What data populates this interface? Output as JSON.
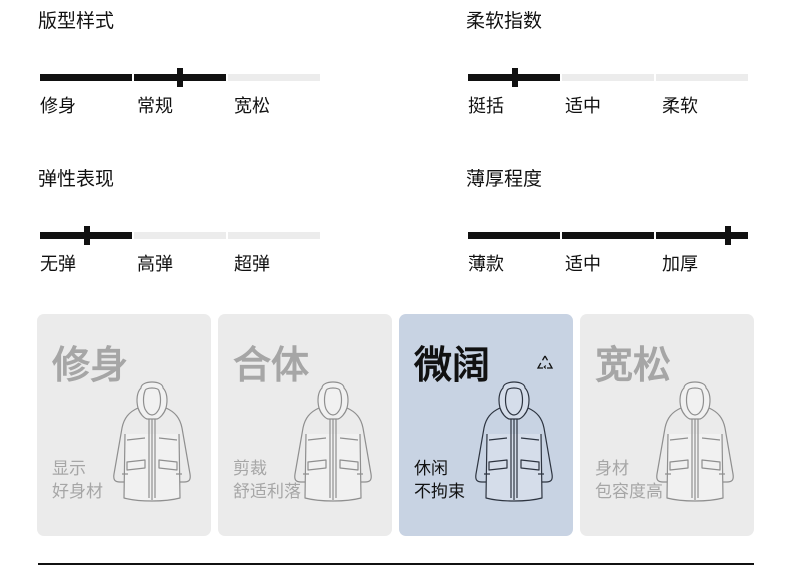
{
  "attributes": [
    {
      "id": "fit-style",
      "title": "版型样式",
      "labels": [
        "修身",
        "常规",
        "宽松"
      ],
      "filled_segments": 2,
      "marker_fraction": 0.5
    },
    {
      "id": "softness-index",
      "title": "柔软指数",
      "labels": [
        "挺括",
        "适中",
        "柔软"
      ],
      "filled_segments": 1,
      "marker_fraction": 0.167
    },
    {
      "id": "elasticity",
      "title": "弹性表现",
      "labels": [
        "无弹",
        "高弹",
        "超弹"
      ],
      "filled_segments": 1,
      "marker_fraction": 0.167
    },
    {
      "id": "thickness",
      "title": "薄厚程度",
      "labels": [
        "薄款",
        "适中",
        "加厚"
      ],
      "filled_segments": 3,
      "marker_fraction": 0.93,
      "fill_from_right": true
    }
  ],
  "fit_options": [
    {
      "title": "修身",
      "desc_lines": [
        "显示",
        "好身材"
      ],
      "selected": false
    },
    {
      "title": "合体",
      "desc_lines": [
        "剪裁",
        "舒适利落"
      ],
      "selected": false
    },
    {
      "title": "微阔",
      "desc_lines": [
        "休闲",
        "不拘束"
      ],
      "selected": true,
      "badge_icon": "recycle-triangle-icon"
    },
    {
      "title": "宽松",
      "desc_lines": [
        "身材",
        "包容度高"
      ],
      "selected": false
    }
  ],
  "colors": {
    "active_fill": "#111111",
    "inactive_track": "#ececec",
    "card_bg": "#ebebeb",
    "card_selected_bg": "#c8d3e3",
    "muted_text": "#a6a6a6"
  },
  "icons": {
    "card_illustration": "hooded-parka-icon"
  }
}
